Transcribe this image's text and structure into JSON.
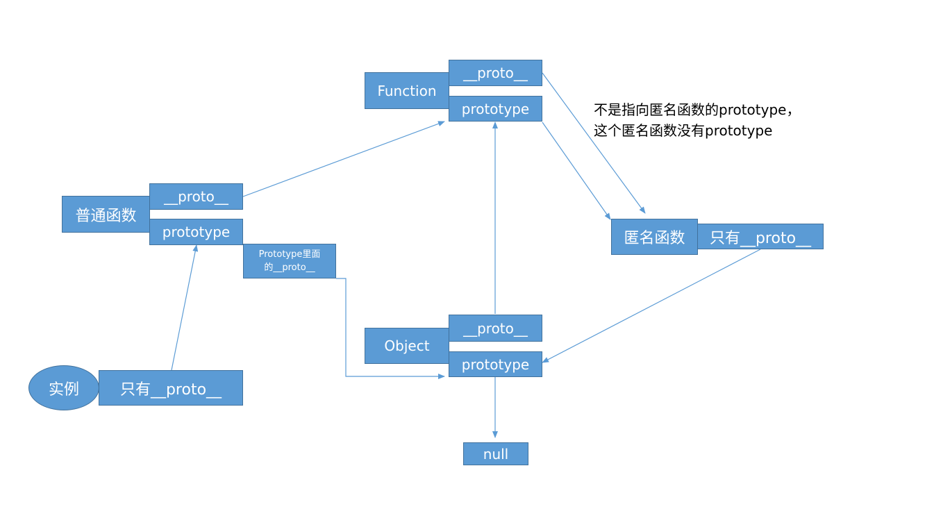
{
  "colors": {
    "box_fill": "#5b9bd5",
    "box_border": "#41719c",
    "box_text": "#ffffff",
    "arrow": "#5b9bd5"
  },
  "function_group": {
    "name": "Function",
    "proto": "__proto__",
    "prototype": "prototype"
  },
  "normal_function_group": {
    "name": "普通函数",
    "proto": "__proto__",
    "prototype": "prototype"
  },
  "prototype_inner_proto": {
    "line1": "Prototype里面",
    "line2": "的__proto__"
  },
  "anonymous_group": {
    "name": "匿名函数",
    "only_proto": "只有__proto__"
  },
  "object_group": {
    "name": "Object",
    "proto": "__proto__",
    "prototype": "prototype"
  },
  "null_box": "null",
  "instance_group": {
    "name": "实例",
    "only_proto": "只有__proto__"
  },
  "note": {
    "line1": "不是指向匿名函数的prototype，",
    "line2": "这个匿名函数没有prototype"
  }
}
